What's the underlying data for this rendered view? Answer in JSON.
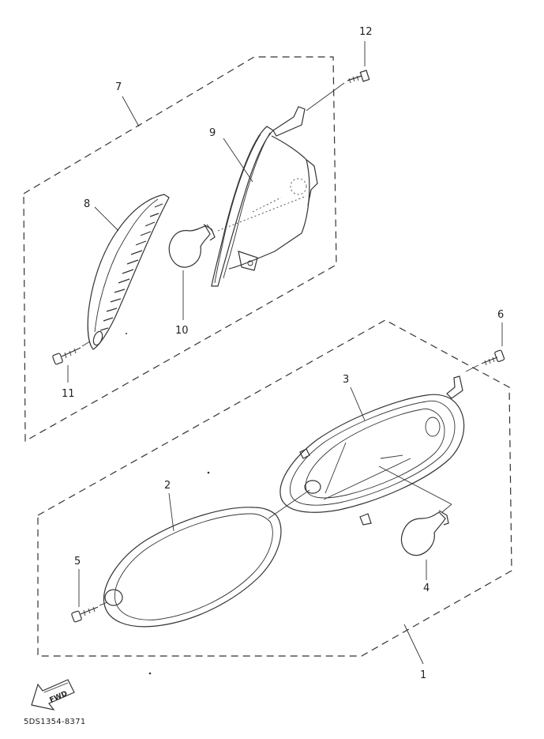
{
  "callouts": {
    "c1": "1",
    "c2": "2",
    "c3": "3",
    "c4": "4",
    "c5": "5",
    "c6": "6",
    "c7": "7",
    "c8": "8",
    "c9": "9",
    "c10": "10",
    "c11": "11",
    "c12": "12"
  },
  "fwd_label": "FWD",
  "drawing_code": "5DS1354-8371"
}
